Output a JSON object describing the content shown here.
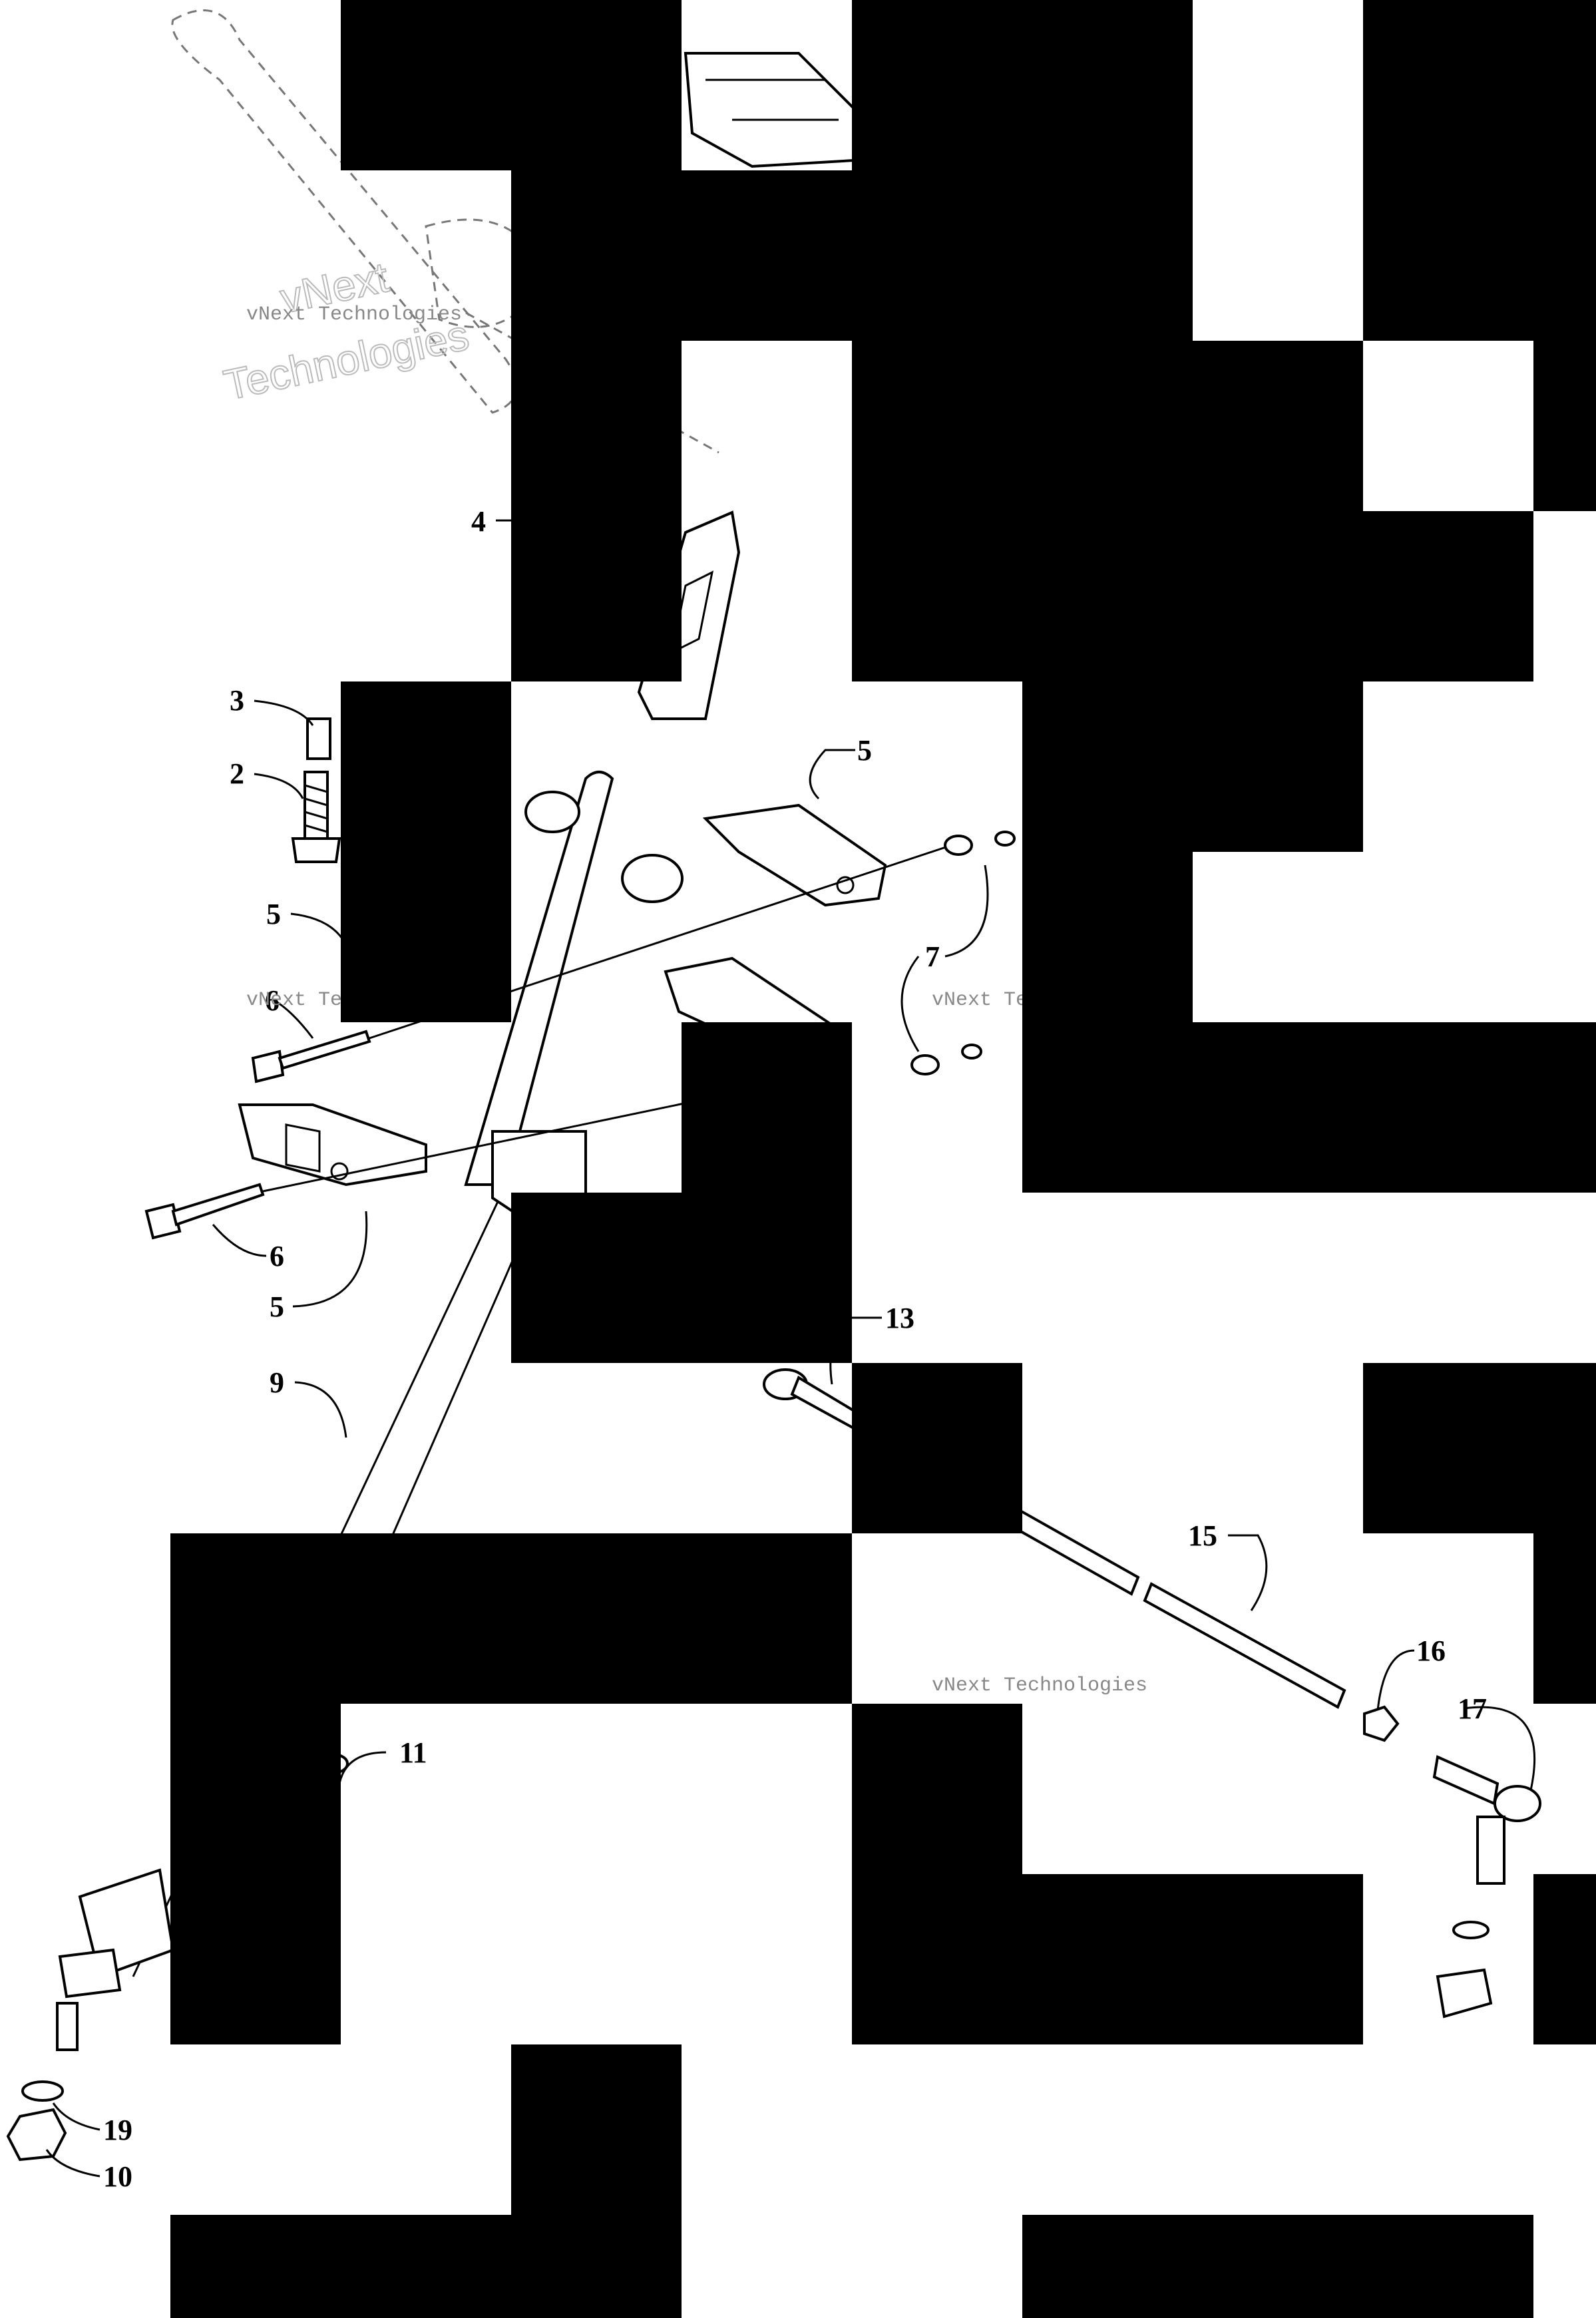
{
  "diagram": {
    "callouts": [
      "4",
      "3",
      "2",
      "5",
      "5",
      "7",
      "6",
      "6",
      "5",
      "13",
      "9",
      "15",
      "16",
      "17",
      "11",
      "19",
      "10"
    ],
    "watermark": {
      "line1": "vNext",
      "line2": "Technologies",
      "small": "vNext Technologies"
    }
  }
}
